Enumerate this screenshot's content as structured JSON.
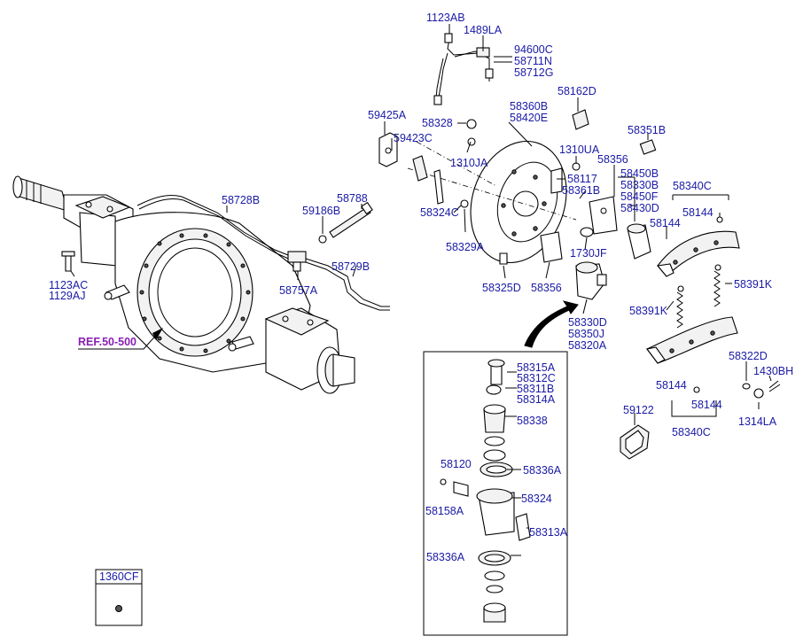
{
  "labels": {
    "l1123AB": "1123AB",
    "l1489LA": "1489LA",
    "l94600C": "94600C",
    "l58711N": "58711N",
    "l58712G": "58712G",
    "l58162D": "58162D",
    "l58360B": "58360B",
    "l58420E": "58420E",
    "l59425A": "59425A",
    "l58328": "58328",
    "l59423C": "59423C",
    "l1310JA": "1310JA",
    "l1310UA": "1310UA",
    "l58351B": "58351B",
    "l58356a": "58356",
    "l58450B": "58450B",
    "l58330B": "58330B",
    "l58450F": "58450F",
    "l58430D": "58430D",
    "l58117": "58117",
    "l58361B": "58361B",
    "l58340Ca": "58340C",
    "l58144a": "58144",
    "l58144b": "58144",
    "l58728B": "58728B",
    "l58788": "58788",
    "l59186B": "59186B",
    "l58324C": "58324C",
    "l58329A": "58329A",
    "l1730JF": "1730JF",
    "l58729B": "58729B",
    "l58325D": "58325D",
    "l58356b": "58356",
    "l58391Ka": "58391K",
    "l58391Kb": "58391K",
    "l58757A": "58757A",
    "l1123AC": "1123AC",
    "l1129AJ": "1129AJ",
    "l58330D": "58330D",
    "l58350J": "58350J",
    "l58320A": "58320A",
    "ref": "REF.50-500",
    "l58322D": "58322D",
    "l1430BH": "1430BH",
    "l58144c": "58144",
    "l58144d": "58144",
    "l1314LA": "1314LA",
    "l59122": "59122",
    "l58340Cb": "58340C",
    "l58315A": "58315A",
    "l58312C": "58312C",
    "l58311B": "58311B",
    "l58314A": "58314A",
    "l58338": "58338",
    "l58120": "58120",
    "l58336Aa": "58336A",
    "l58324": "58324",
    "l58158A": "58158A",
    "l58313A": "58313A",
    "l58336Ab": "58336A",
    "l1360CF": "1360CF"
  }
}
